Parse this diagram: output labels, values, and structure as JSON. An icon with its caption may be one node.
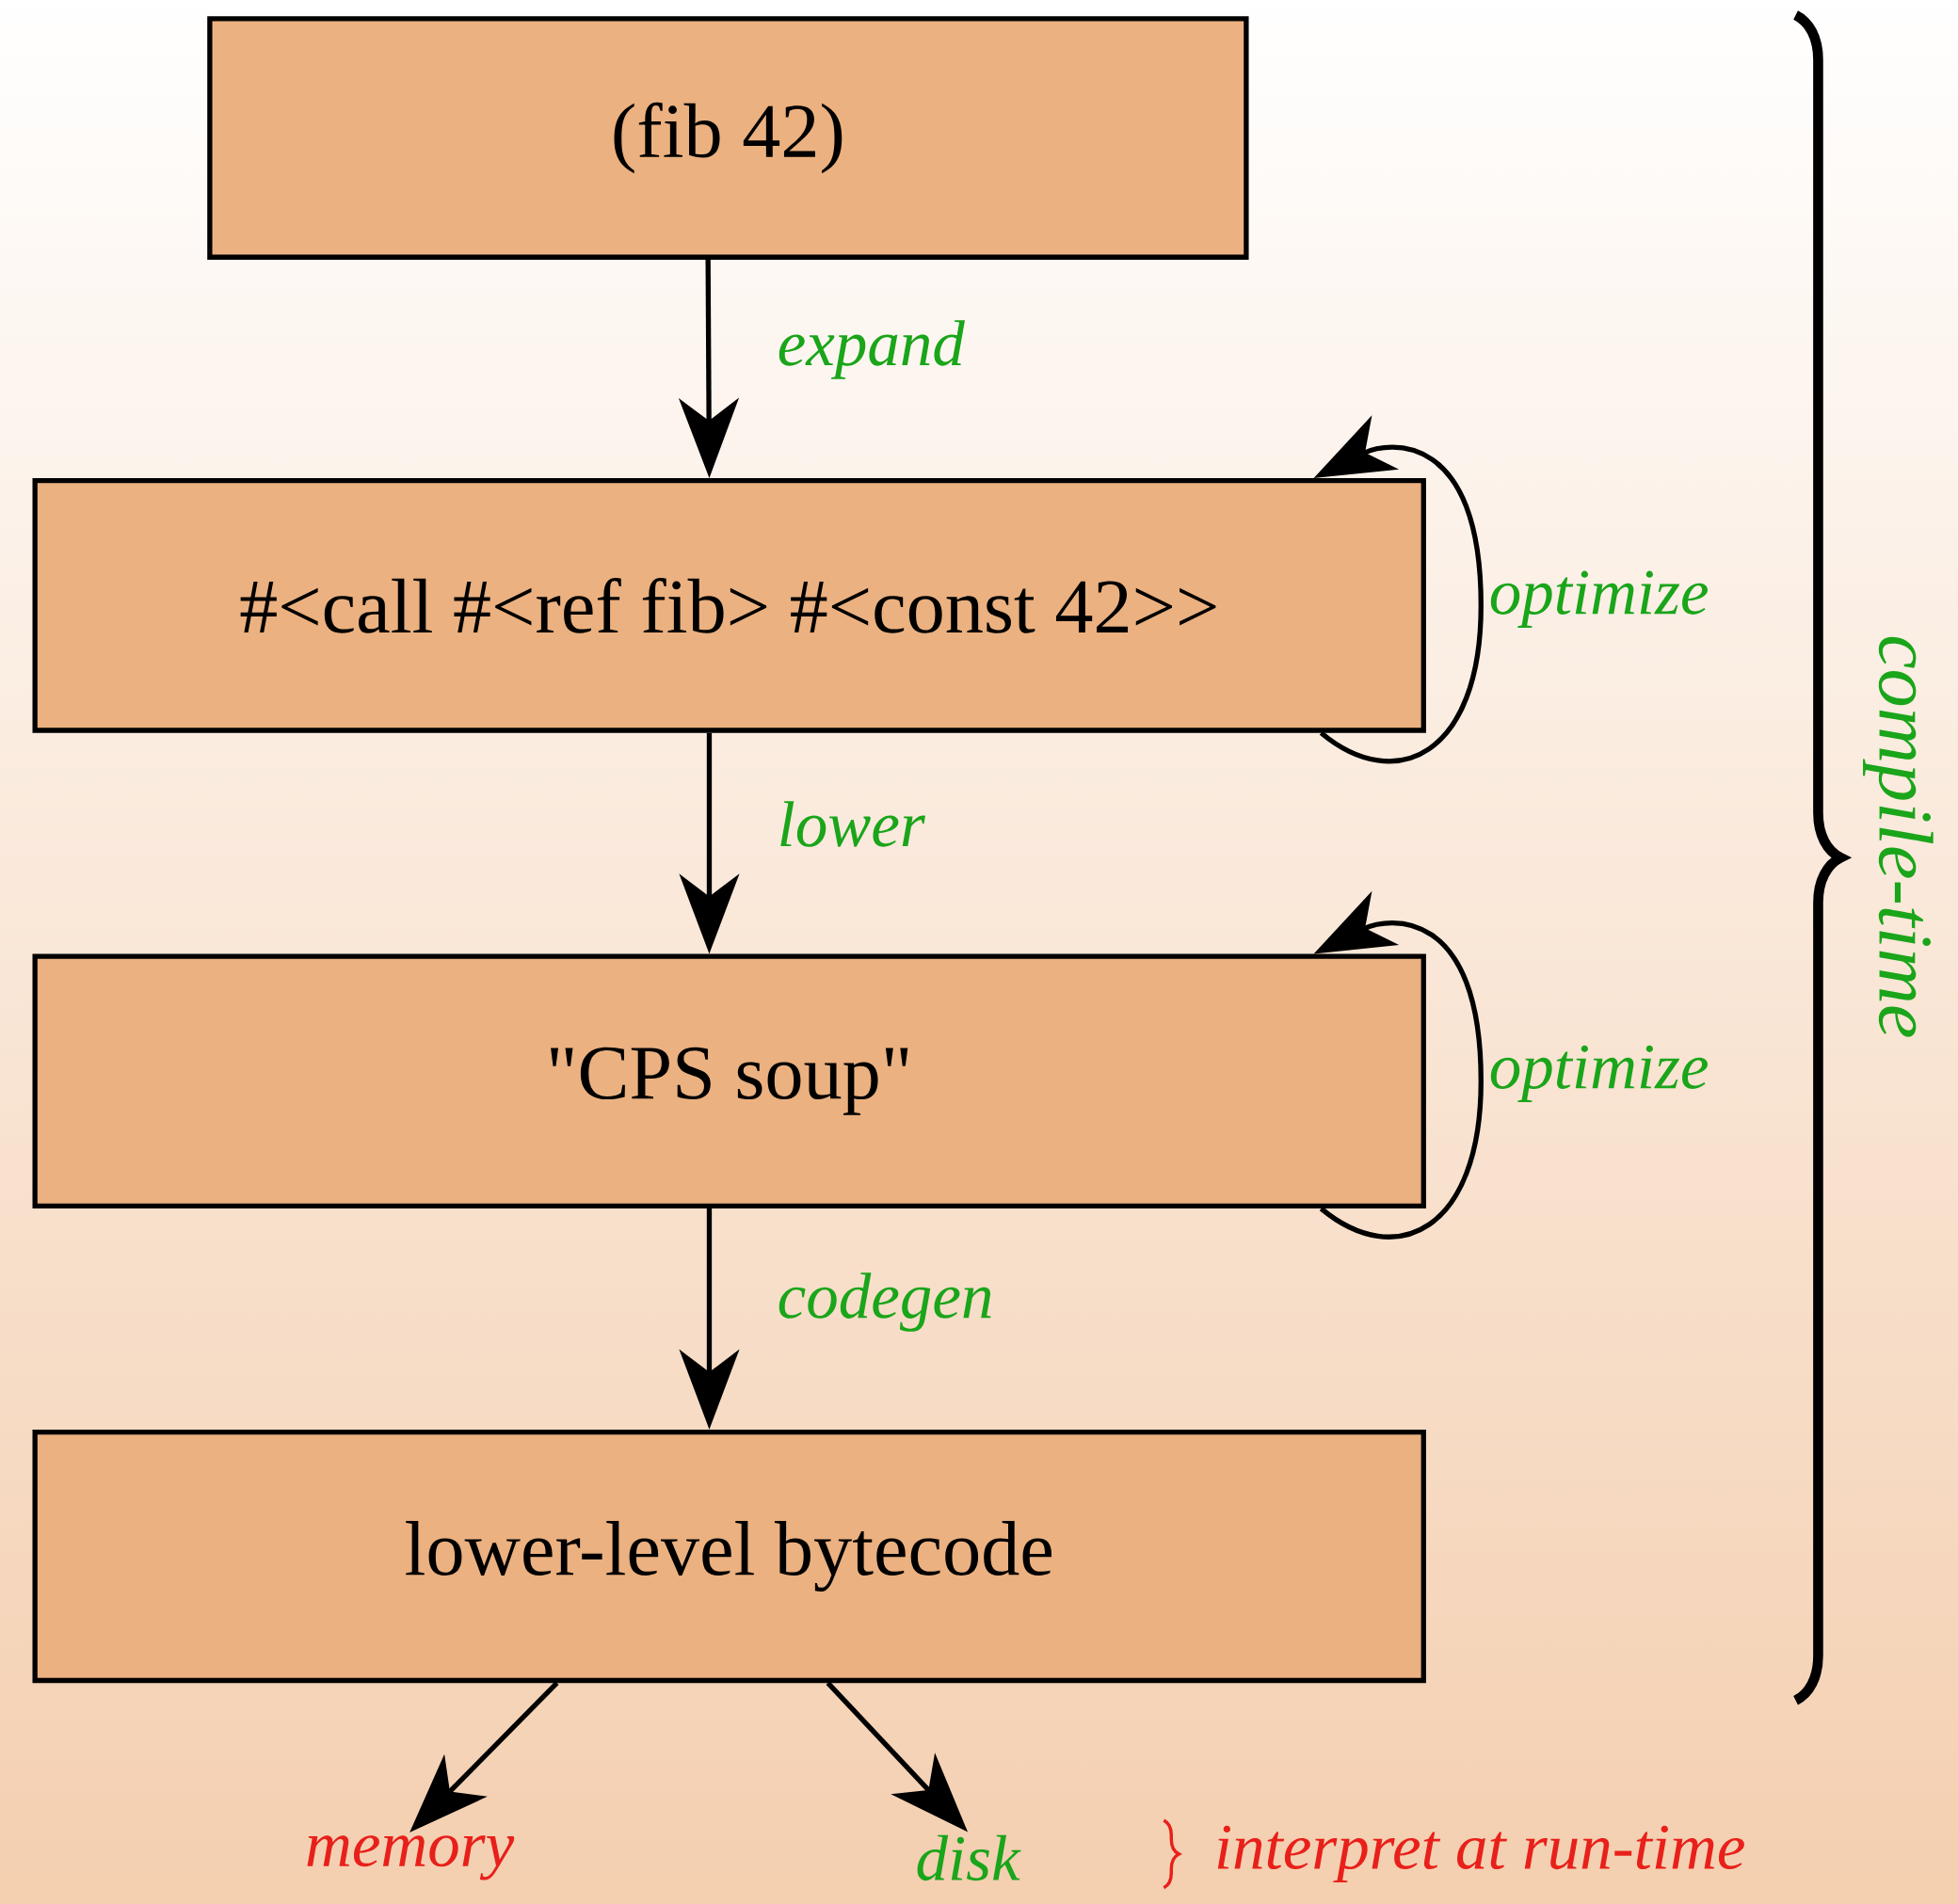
{
  "diagram": {
    "nodes": [
      {
        "text": [
          "(fib 42)"
        ]
      },
      {
        "text": [
          "#<call #<ref fib> #<const 42>>"
        ]
      },
      {
        "text": [
          "\"CPS soup\""
        ]
      },
      {
        "text": [
          "lower-level bytecode"
        ]
      },
      {
        "text": [
          "memory"
        ]
      },
      {
        "text": [
          "disk"
        ]
      }
    ],
    "edges": [
      {
        "from": 0,
        "to": 1,
        "arrow": "to",
        "label": "expand"
      },
      {
        "from": 1,
        "to": 1,
        "arrow": "to",
        "label": "optimize"
      },
      {
        "from": 1,
        "to": 2,
        "arrow": "to",
        "label": "lower"
      },
      {
        "from": 2,
        "to": 2,
        "arrow": "to",
        "label": "optimize"
      },
      {
        "from": 2,
        "to": 3,
        "arrow": "to",
        "label": "codegen"
      },
      {
        "from": 3,
        "to": 4,
        "arrow": "to"
      },
      {
        "from": 3,
        "to": 5,
        "arrow": "to"
      }
    ],
    "labels": [
      "compile-time",
      "interpret at run-time"
    ]
  }
}
